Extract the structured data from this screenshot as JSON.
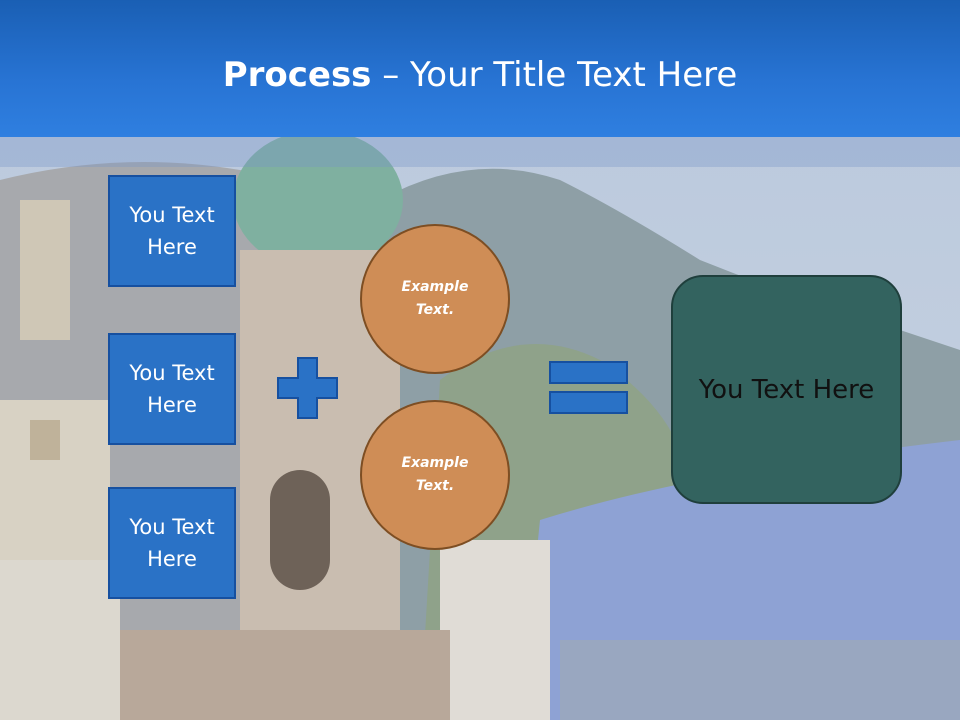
{
  "slide": {
    "title_bold": "Process",
    "title_rest": " – Your Title Text Here"
  },
  "inputs": [
    {
      "label": "You Text Here"
    },
    {
      "label": "You Text Here"
    },
    {
      "label": "You Text Here"
    }
  ],
  "circles": [
    {
      "label": "Example Text."
    },
    {
      "label": "Example Text."
    }
  ],
  "result": {
    "label": "You Text Here"
  },
  "colors": {
    "header": "#2874d4",
    "box_fill": "#2a72c6",
    "circle_fill": "#cf8d56",
    "result_fill": "#33635f"
  },
  "icons": [
    "plus-icon",
    "equals-icon"
  ]
}
